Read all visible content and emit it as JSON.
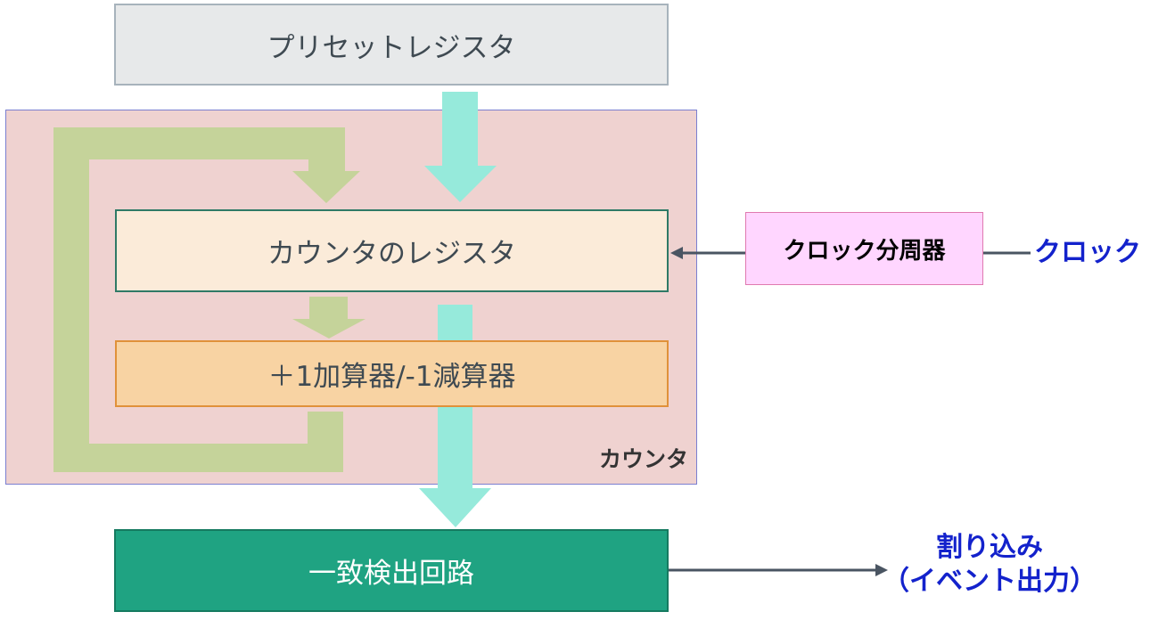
{
  "diagram": {
    "preset_register": "プリセットレジスタ",
    "counter_group_label": "カウンタ",
    "counter_register": "カウンタのレジスタ",
    "adder": "＋1加算器/-1減算器",
    "match_circuit": "一致検出回路",
    "clock_divider": "クロック分周器",
    "clock": "クロック",
    "interrupt_line1": "割り込み",
    "interrupt_line2": "（イベント出力）"
  },
  "colors": {
    "feedback_arrow": "#c5d39a",
    "data_arrow": "#96eadb",
    "connector": "#4a5562",
    "label_blue": "#1322cc"
  }
}
